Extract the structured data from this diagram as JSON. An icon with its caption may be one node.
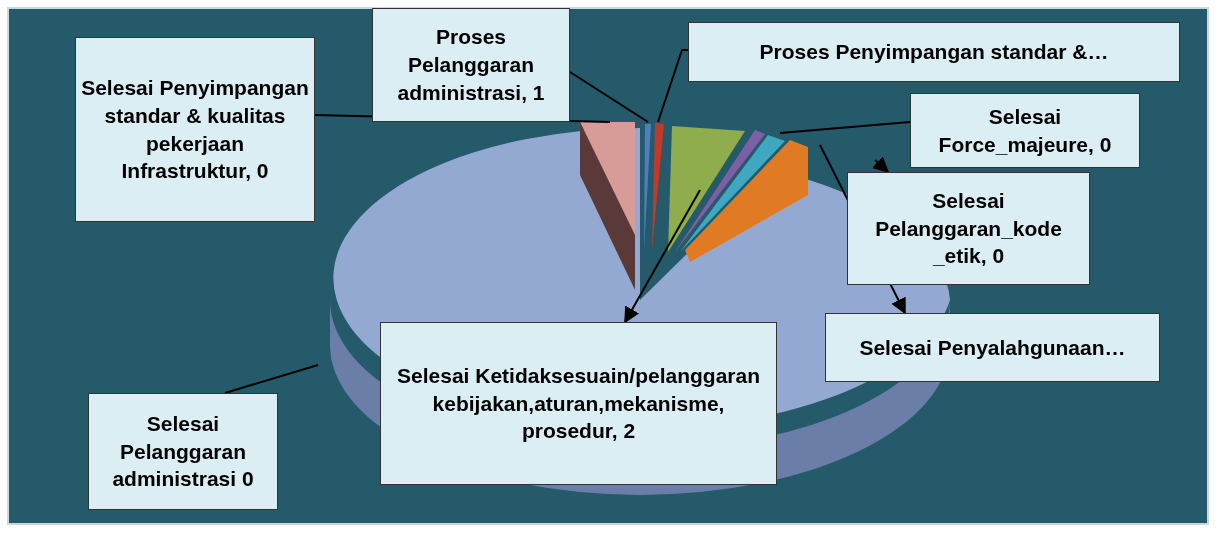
{
  "diagram": {
    "nodes": [
      {
        "text": [
          "Selesai Penyimpangan standar & kualitas pekerjaan Infrastruktur, 0"
        ]
      },
      {
        "text": [
          "Proses Pelanggaran administrasi, 1"
        ]
      },
      {
        "text": [
          "Proses Penyimpangan standar &…"
        ]
      },
      {
        "text": [
          "Selesai Force_majeure, 0"
        ]
      },
      {
        "text": [
          "Selesai Pelanggaran_kode _etik, 0"
        ]
      },
      {
        "text": [
          "Selesai Penyalahgunaan…"
        ]
      },
      {
        "text": [
          "Selesai Ketidaksesuain/pelanggaran kebijakan,aturan,mekanisme, prosedur, 2"
        ]
      },
      {
        "text": [
          "Selesai Pelanggaran administrasi 0"
        ]
      }
    ],
    "edges": [
      {
        "from": 0,
        "to": null,
        "arrow": "none"
      },
      {
        "from": 1,
        "to": null,
        "arrow": "none"
      },
      {
        "from": 2,
        "to": null,
        "arrow": "none"
      },
      {
        "from": 3,
        "to": null,
        "arrow": "none"
      },
      {
        "from": null,
        "to": 4,
        "arrow": "to"
      },
      {
        "from": null,
        "to": 5,
        "arrow": "to"
      },
      {
        "from": null,
        "to": 6,
        "arrow": "to"
      },
      {
        "from": 7,
        "to": null,
        "arrow": "none"
      }
    ]
  }
}
